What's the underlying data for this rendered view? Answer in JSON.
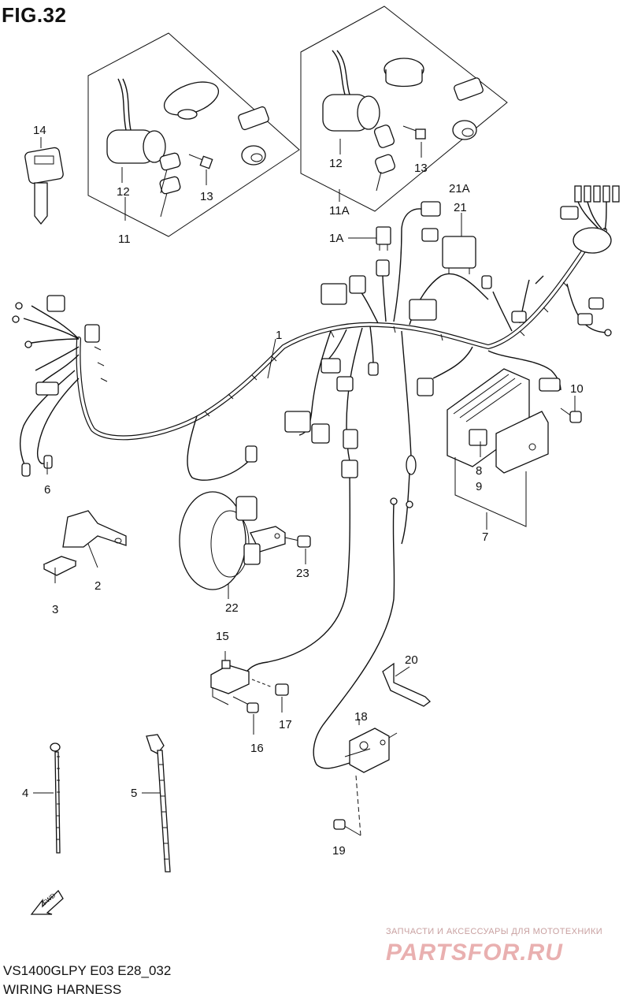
{
  "header": {
    "title": "FIG.32"
  },
  "footer": {
    "model_code": "VS1400GLPY E03 E28_032",
    "diagram_name": "WIRING HARNESS"
  },
  "watermark": {
    "tagline": "ЗАПЧАСТИ И АКСЕССУАРЫ ДЛЯ МОТОТЕХНИКИ",
    "brand": "PARTSFOR.RU"
  },
  "direction_arrow": {
    "label": "FWD"
  },
  "callouts": {
    "p1": "1",
    "p1A": "1A",
    "p2": "2",
    "p3": "3",
    "p4": "4",
    "p5": "5",
    "p6": "6",
    "p7": "7",
    "p8": "8",
    "p9": "9",
    "p10": "10",
    "p11": "11",
    "p11A": "11A",
    "p12a": "12",
    "p12b": "12",
    "p13a": "13",
    "p13b": "13",
    "p14": "14",
    "p15": "15",
    "p16": "16",
    "p17": "17",
    "p18": "18",
    "p19": "19",
    "p20": "20",
    "p21": "21",
    "p21A": "21A",
    "p22": "22",
    "p23": "23"
  }
}
